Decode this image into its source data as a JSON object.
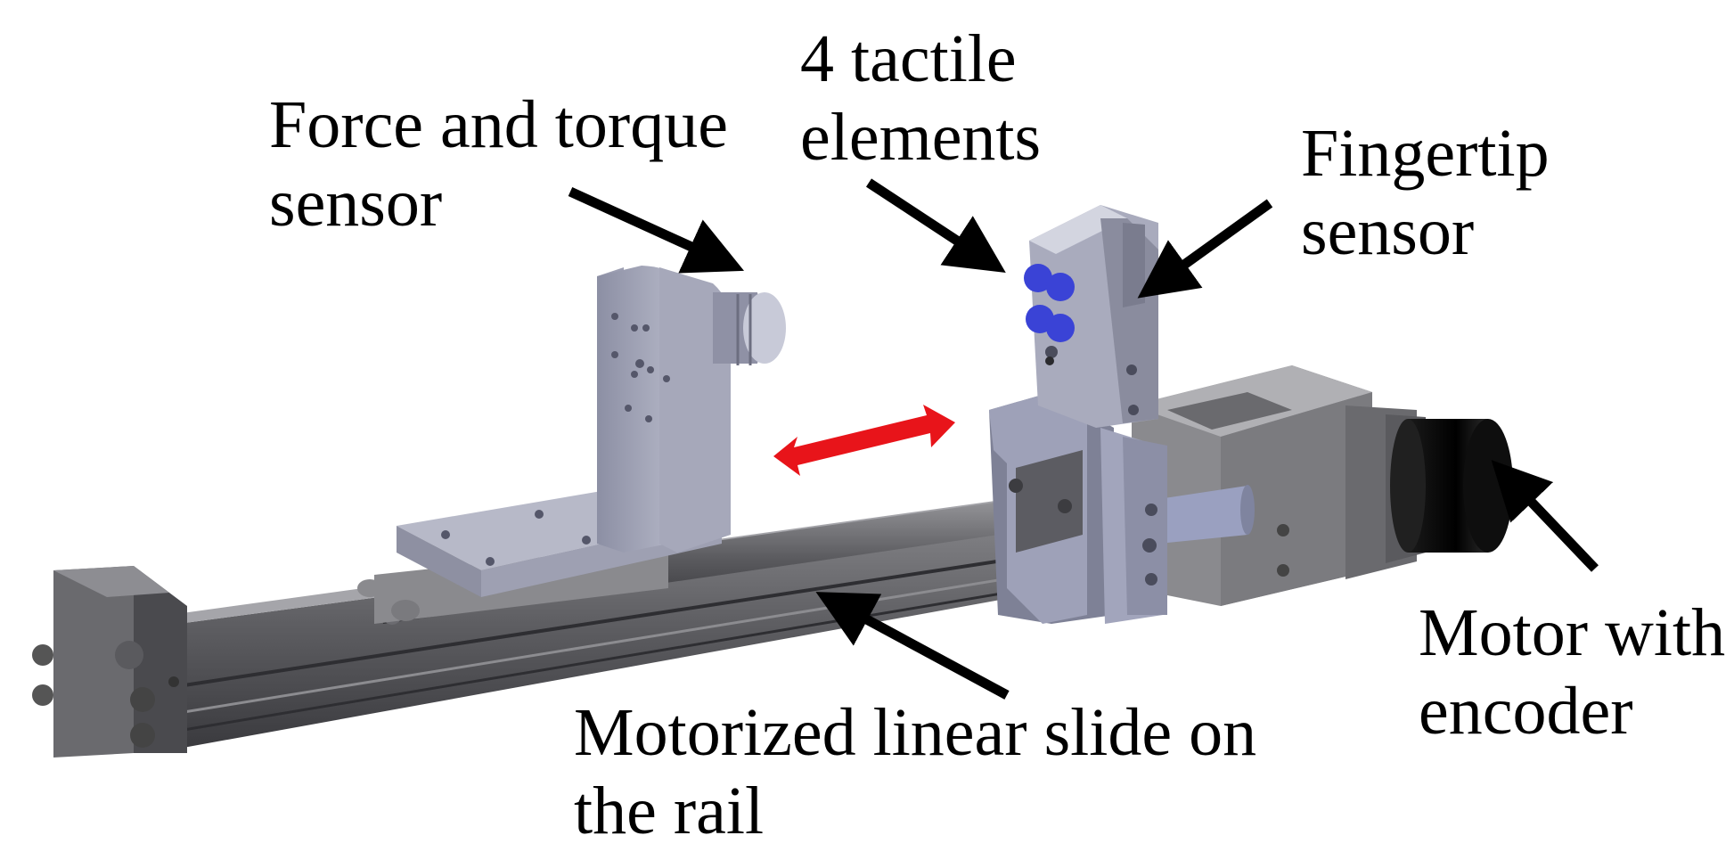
{
  "labels": {
    "force_torque": {
      "line1": "Force and torque",
      "line2": "sensor"
    },
    "tactile": {
      "line1": "4 tactile",
      "line2": "elements"
    },
    "fingertip": {
      "line1": "Fingertip",
      "line2": "sensor"
    },
    "motor": {
      "line1": "Motor with",
      "line2": "encoder"
    },
    "slide": {
      "line1": "Motorized linear slide on",
      "line2": "the rail"
    }
  },
  "colors": {
    "motion_arrow": "#e8141a",
    "tactile_element": "#3a43d6",
    "callout_arrow": "#000000",
    "metal_light": "#b9bccb",
    "metal_dark": "#6a6a6e",
    "motor": "#0a0a0a"
  },
  "icons": {
    "motion": "double-headed-arrow-icon"
  }
}
